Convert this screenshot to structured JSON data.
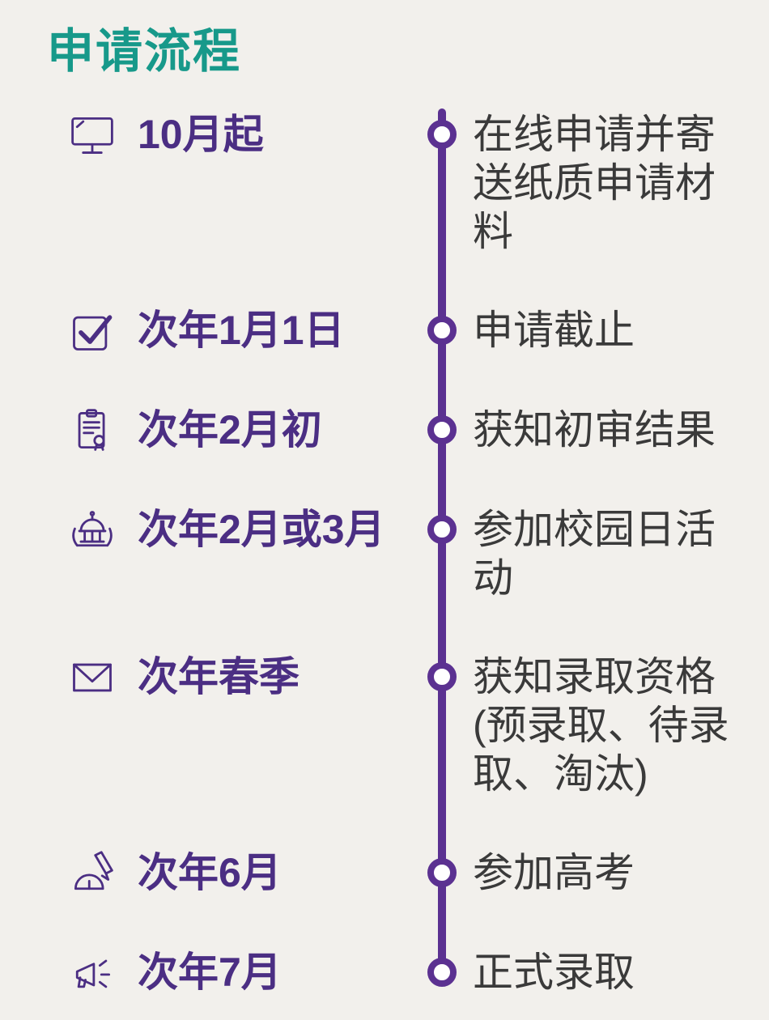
{
  "page": {
    "title": "申请流程",
    "background_color": "#f2f0ec",
    "title_color": "#17998a",
    "date_color": "#4b2e83",
    "line_color": "#5b3191",
    "description_color": "#3a3a3a"
  },
  "timeline": {
    "items": [
      {
        "icon": "monitor-icon",
        "date": "10月起",
        "description": "在线申请并寄送纸质申请材料"
      },
      {
        "icon": "checkbox-icon",
        "date": "次年1月1日",
        "description": "申请截止"
      },
      {
        "icon": "certificate-icon",
        "date": "次年2月初",
        "description": "获知初审结果"
      },
      {
        "icon": "university-icon",
        "date": "次年2月或3月",
        "description": "参加校园日活动"
      },
      {
        "icon": "envelope-icon",
        "date": "次年春季",
        "description": "获知录取资格(预录取、待录取、淘汰)"
      },
      {
        "icon": "drawing-tools-icon",
        "date": "次年6月",
        "description": "参加高考"
      },
      {
        "icon": "megaphone-icon",
        "date": "次年7月",
        "description": "正式录取"
      }
    ]
  }
}
